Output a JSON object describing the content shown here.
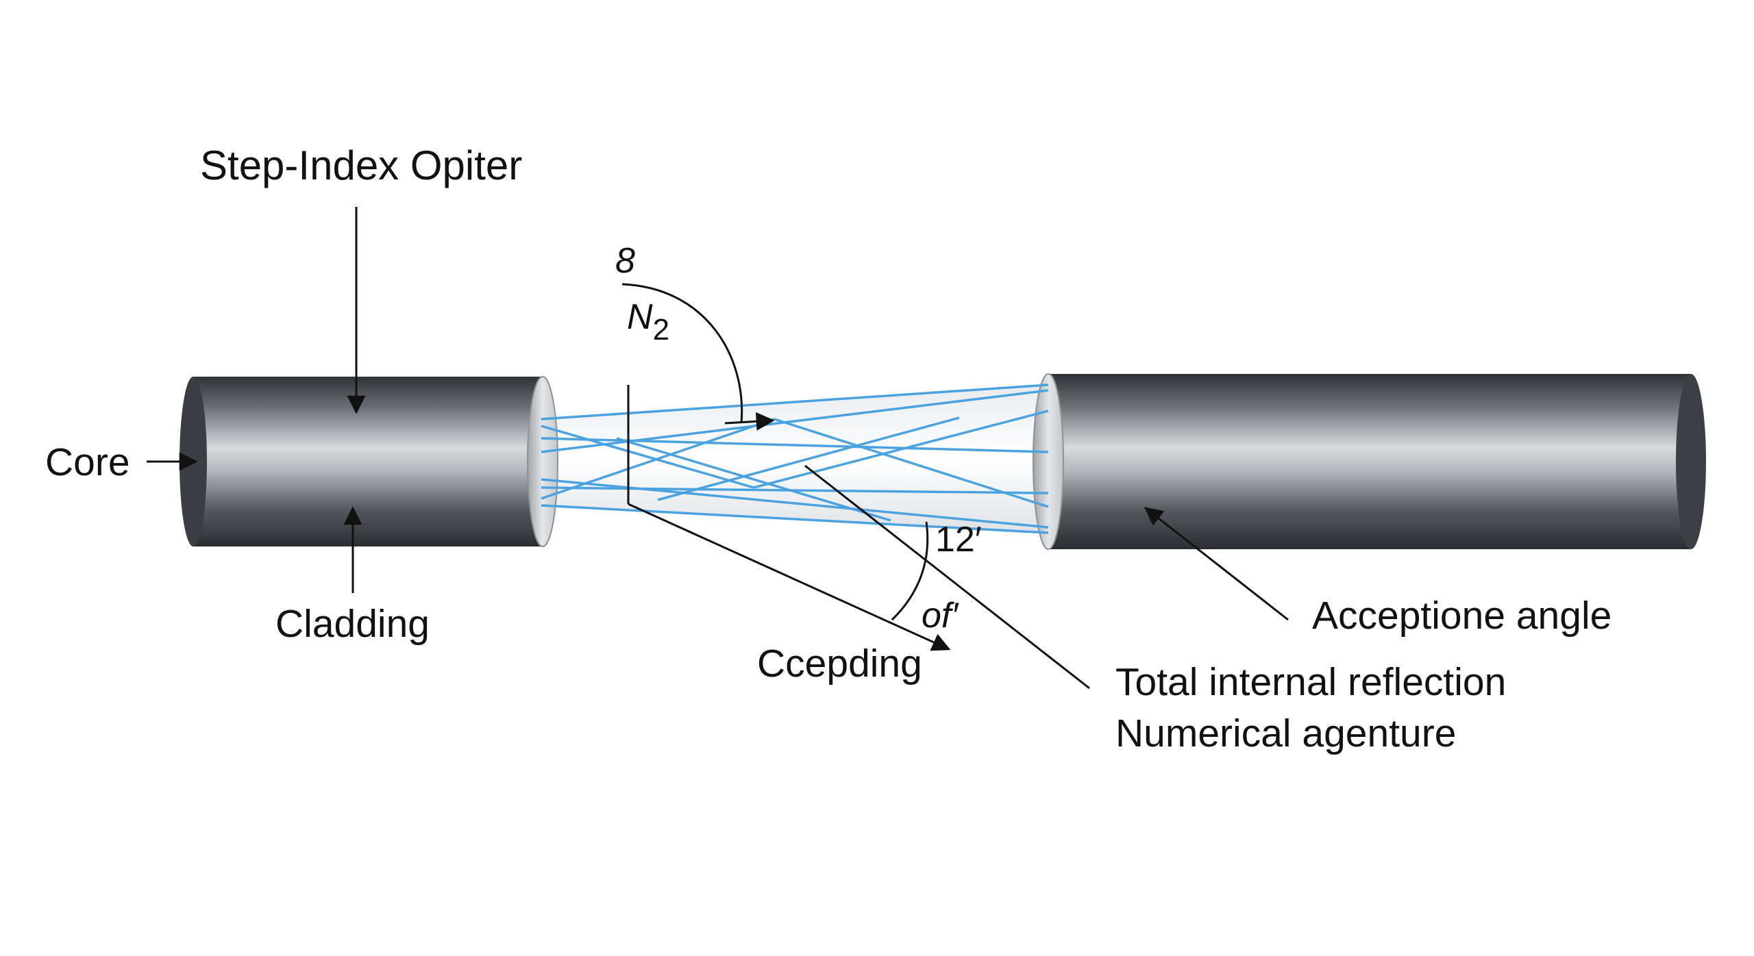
{
  "title": "Step-Index Opiter",
  "labels": {
    "core": "Core",
    "cladding": "Cladding",
    "angle_symbol": "8",
    "n_main": "N",
    "n_sub": "2",
    "angle_12": "12′",
    "angle_of": "of′",
    "ccepding": "Ccepding",
    "acceptance": "Acceptione angle",
    "tir": "Total internal reflection",
    "na": "Numerical agenture"
  },
  "colors": {
    "fiber_dark": "#3c3f43",
    "fiber_light": "#e6e8ea",
    "ray": "#4aa3e0",
    "line": "#111111"
  }
}
